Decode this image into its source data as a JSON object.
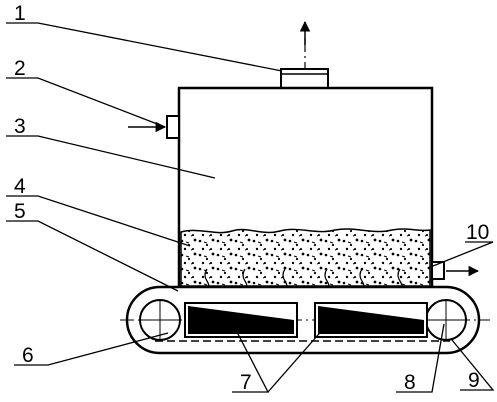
{
  "diagram": {
    "ink_color": "#000000",
    "background_color": "#ffffff",
    "labels": [
      {
        "id": "l1",
        "text": "1"
      },
      {
        "id": "l2",
        "text": "2"
      },
      {
        "id": "l3",
        "text": "3"
      },
      {
        "id": "l4",
        "text": "4"
      },
      {
        "id": "l5",
        "text": "5"
      },
      {
        "id": "l6",
        "text": "6"
      },
      {
        "id": "l7",
        "text": "7"
      },
      {
        "id": "l8",
        "text": "8"
      },
      {
        "id": "l9",
        "text": "9"
      },
      {
        "id": "l10",
        "text": "10"
      }
    ]
  }
}
